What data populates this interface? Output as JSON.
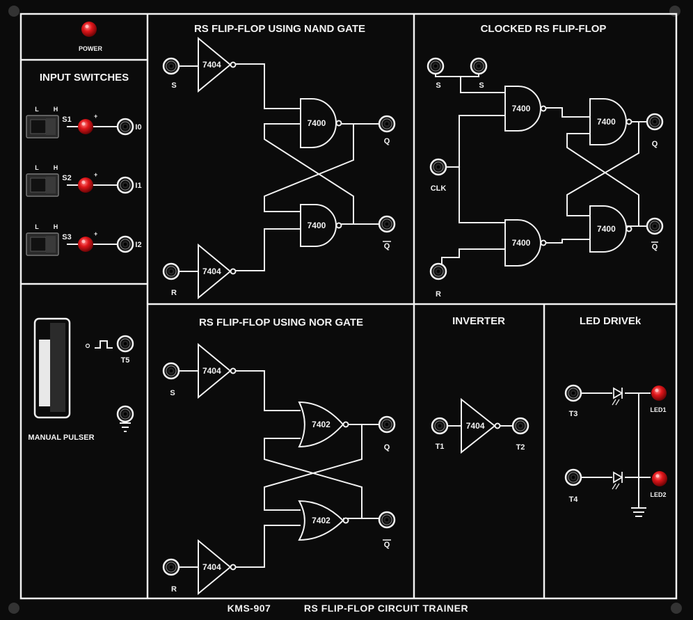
{
  "panels": {
    "power": "POWER",
    "input_switches": "INPUT SWITCHES",
    "manual_pulser": "MANUAL PULSER",
    "nand_title": "RS FLIP-FLOP USING NAND GATE",
    "clocked_title": "CLOCKED RS FLIP-FLOP",
    "nor_title": "RS FLIP-FLOP USING NOR GATE",
    "inverter_title": "INVERTER",
    "led_driver_title": "LED DRIVEk"
  },
  "switches": [
    {
      "name": "S1",
      "low": "L",
      "high": "H",
      "output": "I0"
    },
    {
      "name": "S2",
      "low": "L",
      "high": "H",
      "output": "I1"
    },
    {
      "name": "S3",
      "low": "L",
      "high": "H",
      "output": "I2"
    }
  ],
  "pulser": {
    "terminal": "T5"
  },
  "gates": {
    "inv": "7404",
    "nand": "7400",
    "nor": "7402"
  },
  "terminals": {
    "s": "S",
    "r": "R",
    "q": "Q",
    "qbar": "Q",
    "clk": "CLK",
    "t1": "T1",
    "t2": "T2",
    "t3": "T3",
    "t4": "T4",
    "led1": "LED1",
    "led2": "LED2"
  },
  "footer": {
    "model": "KMS-907",
    "title": "RS FLIP-FLOP CIRCUIT TRAINER"
  },
  "colors": {
    "board": "#0b0b0b",
    "line": "#f2f2f2",
    "led": "#d40f12"
  }
}
